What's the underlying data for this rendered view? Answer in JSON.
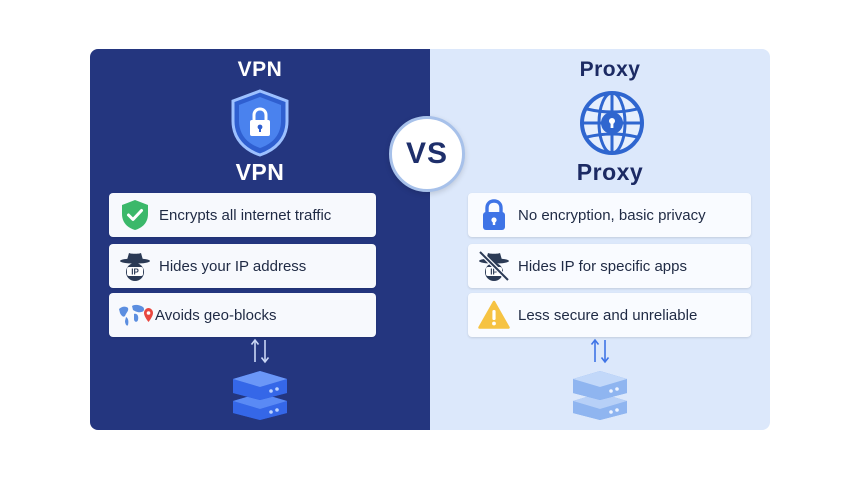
{
  "vpn": {
    "title_top": "VPN",
    "title_bottom": "VPN",
    "hero_icon": "shield-lock-icon",
    "features": [
      {
        "icon": "check-shield-icon",
        "text": "Encrypts all internet traffic"
      },
      {
        "icon": "incognito-ip-icon",
        "text": "Hides your IP address"
      },
      {
        "icon": "world-map-pin-icon",
        "text": "Avoids geo-blocks"
      }
    ],
    "bottom_icons": [
      "up-down-arrows-icon",
      "server-icon"
    ]
  },
  "vs": {
    "label": "VS"
  },
  "proxy": {
    "title_top": "Proxy",
    "title_bottom": "Proxy",
    "hero_icon": "globe-lock-icon",
    "features": [
      {
        "icon": "padlock-icon",
        "text": "No encryption, basic privacy"
      },
      {
        "icon": "incognito-ip-crossed-icon",
        "text": "Hides IP for specific apps"
      },
      {
        "icon": "warning-icon",
        "text": "Less secure and unreliable"
      }
    ],
    "bottom_icons": [
      "up-down-arrows-icon",
      "server-icon"
    ]
  },
  "colors": {
    "vpn_panel": "#24367f",
    "proxy_panel": "#dce8fb",
    "shield_blue": "#3f74e6",
    "check_green": "#3bb86a",
    "warning_yellow": "#f6c343"
  }
}
